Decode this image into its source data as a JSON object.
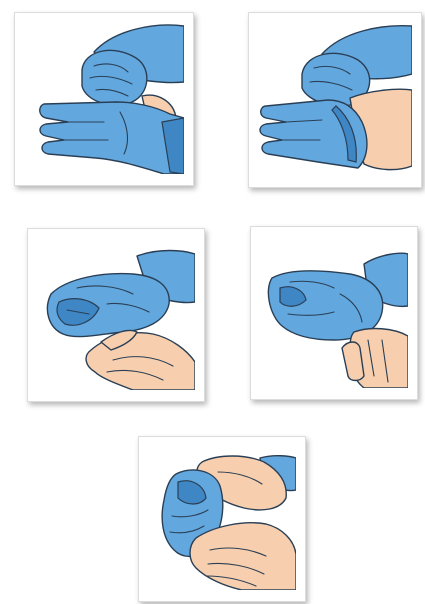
{
  "colors": {
    "glove": "#62a8df",
    "glove_dark": "#3f86c4",
    "skin": "#f7cfae",
    "ink": "#2a3f55"
  },
  "panels": [
    {
      "step": "glove-removal-step-1",
      "illustration": "gloved-hand-pinching-other-glove-cuff"
    },
    {
      "step": "glove-removal-step-2",
      "illustration": "peeling-glove-off-toward-fingers"
    },
    {
      "step": "glove-removal-step-3",
      "illustration": "bare-hand-holding-removed-glove"
    },
    {
      "step": "glove-removal-step-4",
      "illustration": "bare-fingers-under-remaining-glove-cuff"
    },
    {
      "step": "glove-removal-step-5",
      "illustration": "peeling-second-glove-over-first"
    }
  ]
}
